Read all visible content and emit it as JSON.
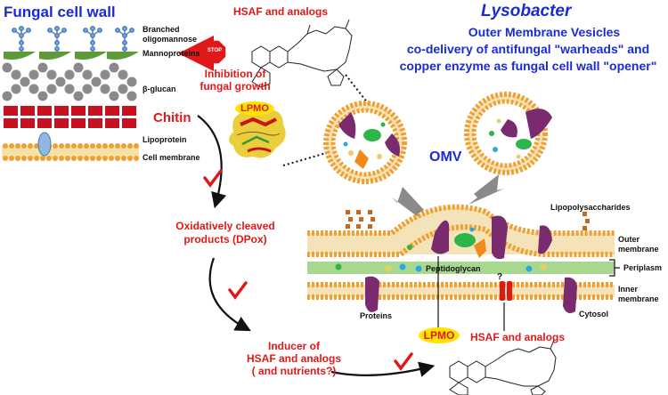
{
  "titles": {
    "fungal_cell_wall": "Fungal cell wall",
    "lysobacter": "Lysobacter",
    "omv_line1": "Outer Membrane Vesicles",
    "omv_line2": "co-delivery of antifungal \"warheads\" and",
    "omv_line3": "copper enzyme as fungal cell wall \"opener\""
  },
  "fungal_labels": {
    "branched": "Branched",
    "oligomannose": "oligomannose",
    "mannoproteins": "Mannoproteins",
    "beta_glucan": "β-glucan",
    "chitin": "Chitin",
    "lipoprotein": "Lipoprotein",
    "cell_membrane": "Cell membrane"
  },
  "flow": {
    "hsaf_top": "HSAF and analogs",
    "stop": "STOP",
    "inhibition_1": "Inhibition of",
    "inhibition_2": "fungal growth",
    "lpmo_top": "LPMO",
    "oxid_1": "Oxidatively cleaved",
    "oxid_2": "products (DPox)",
    "inducer_1": "Inducer of",
    "inducer_2": "HSAF and analogs",
    "inducer_3": "( and nutrients?)"
  },
  "bacteria_labels": {
    "omv": "OMV",
    "lipopolysaccharides": "Lipopolysaccharides",
    "outer_1": "Outer",
    "outer_2": "membrane",
    "periplasm": "Periplasm",
    "peptidoglycan": "Peptidoglycan",
    "inner_1": "Inner",
    "inner_2": "membrane",
    "cytosol": "Cytosol",
    "proteins": "Proteins",
    "lpmo_bottom": "LPMO",
    "hsaf_bottom": "HSAF and analogs",
    "question": "?"
  },
  "colors": {
    "title_blue": "#1a2bd6",
    "label_red": "#e01818",
    "mannoprotein_green": "#5e9a3a",
    "glucan_gray": "#8a8a8a",
    "chitin_red": "#c8101e",
    "lipid_orange": "#f0a030",
    "peptidoglycan_green": "#a8d890",
    "protein_purple": "#7a2a6e",
    "lpmo_yellow": "#ffe400",
    "arrow_gray": "#8a8a8a"
  }
}
